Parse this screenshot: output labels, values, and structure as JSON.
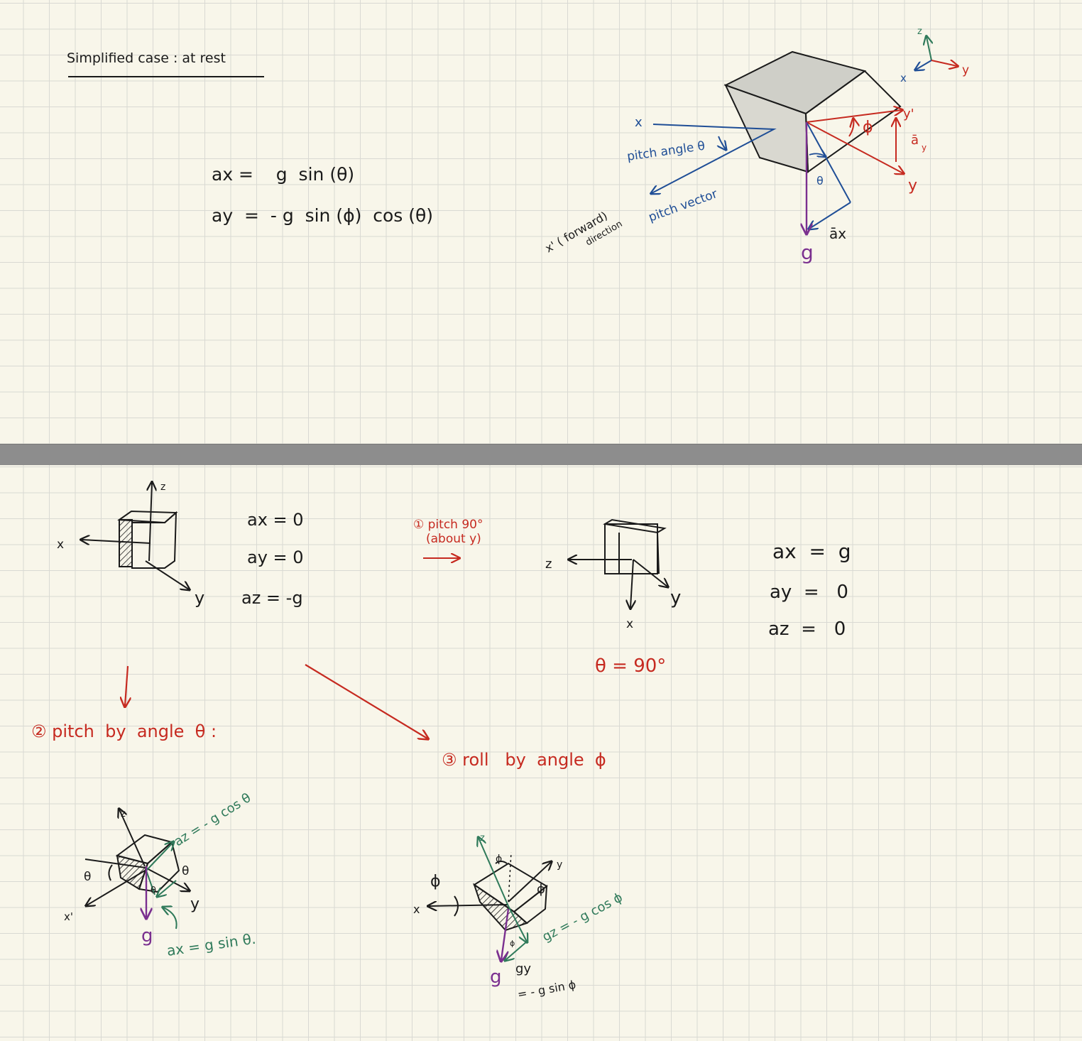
{
  "colors": {
    "ink": "#1a1a1a",
    "red": "#c62a20",
    "blue": "#1f4e96",
    "purple": "#7a2f8f",
    "green": "#2f7a5a",
    "box_fill": "#cfcfc8",
    "divider": "#8d8d8d"
  },
  "top": {
    "heading": "Simplified case : at rest",
    "eq_ax": "ax =    g  sin (θ)",
    "eq_ay": "ay  =  - g  sin (ϕ)  cos (θ)",
    "fig": {
      "axes_z": "z",
      "axes_x": "x",
      "axes_y": "y",
      "label_x": "x",
      "pitch_angle": "pitch angle θ",
      "pitch_vector": "pitch vector",
      "forward_line1": "x' ( forward)",
      "forward_line2": "direction",
      "theta": "θ",
      "phi": "ϕ",
      "y_prime": "y'",
      "ay_bar": "ā",
      "ay_sub": "y",
      "y_red": "y",
      "g": "g",
      "ax_bar": "āx"
    }
  },
  "bottom": {
    "fig1": {
      "z": "z",
      "x": "x",
      "y": "y"
    },
    "eq1_ax": "ax = 0",
    "eq1_ay": "ay = 0",
    "eq1_az": "az = -g",
    "step1_line1": "① pitch 90°",
    "step1_line2": "(about y)",
    "fig2": {
      "z": "z",
      "x": "x",
      "y": "y"
    },
    "theta90": "θ = 90°",
    "eq2_ax": "ax  =  g",
    "eq2_ay": "ay  =   0",
    "eq2_az": "az  =   0",
    "step2": "② pitch  by  angle  θ :",
    "step3": "③ roll   by  angle  ϕ",
    "fig3": {
      "z": "z",
      "theta_left": "θ",
      "x_prime": "x'",
      "y": "y",
      "theta_right": "θ",
      "theta_mid": "θ",
      "g": "g",
      "az_label": "az = - g cos θ",
      "ax_label": "ax = g sin θ."
    },
    "fig4": {
      "z": "z",
      "phi_top": "ϕ",
      "y": "y",
      "phi_left": "ϕ",
      "x": "x",
      "phi_right": "ϕ",
      "phi_low": "ϕ",
      "g": "g",
      "gz_label": "gz = - g cos ϕ",
      "gy_label1": "gy",
      "gy_label2": "= - g sin ϕ"
    }
  }
}
